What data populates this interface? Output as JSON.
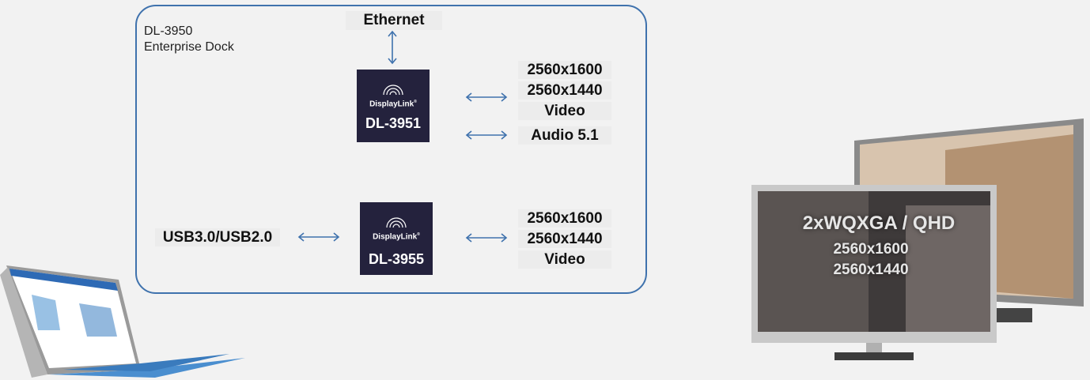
{
  "dock": {
    "name_line1": "DL-3950",
    "name_line2": "Enterprise Dock"
  },
  "ethernet_label": "Ethernet",
  "chip_top": {
    "brand": "DisplayLink",
    "model": "DL-3951",
    "outputs": {
      "res1": "2560x1600",
      "res2": "2560x1440",
      "video": "Video",
      "audio": "Audio 5.1"
    }
  },
  "chip_bottom": {
    "brand": "DisplayLink",
    "model": "DL-3955",
    "input": "USB3.0/USB2.0",
    "outputs": {
      "res1": "2560x1600",
      "res2": "2560x1440",
      "video": "Video"
    }
  },
  "monitor_overlay": {
    "headline": "2xWQXGA / QHD",
    "res1": "2560x1600",
    "res2": "2560x1440"
  },
  "colors": {
    "arrow": "#3f72ad",
    "chip": "#24223d",
    "border": "#3f72ad"
  }
}
